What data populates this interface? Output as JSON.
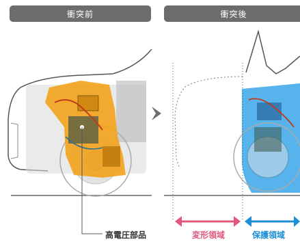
{
  "headers": {
    "before": "衝突前",
    "after": "衝突後"
  },
  "labels": {
    "high_voltage_parts": "高電圧部品",
    "deformation_zone": "変形領域",
    "protection_zone": "保護領域"
  },
  "colors": {
    "header_bg": "#6b6c6e",
    "hv_highlight": "#f2a31b",
    "protection_highlight": "#3aa6e8",
    "deformation_arrow": "#e05a7c",
    "protection_arrow": "#1c8fd6"
  },
  "icons": {
    "transition": "chevron-right-icon"
  }
}
